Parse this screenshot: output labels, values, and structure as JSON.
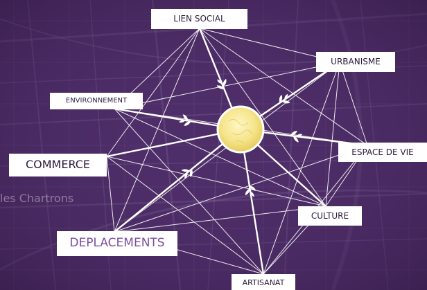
{
  "map_label": "les Chartrons",
  "nodes": {
    "lien_social": "LIEN SOCIAL",
    "urbanisme": "URBANISME",
    "environnement": "ENVIRONNEMENT",
    "espace_de_vie": "ESPACE DE VIE",
    "commerce": "COMMERCE",
    "culture": "CULTURE",
    "deplacements": "DEPLACEMENTS",
    "artisanat": "ARTISANAT"
  },
  "colors": {
    "background": "#4e2d68",
    "label_bg": "#ffffff",
    "label_text": "#2a1a3a",
    "label_text_accent": "#7b4d9e",
    "center_fill": "#f6e58c",
    "lines": "#ffffff"
  },
  "icons": [
    "sprout-icon"
  ]
}
